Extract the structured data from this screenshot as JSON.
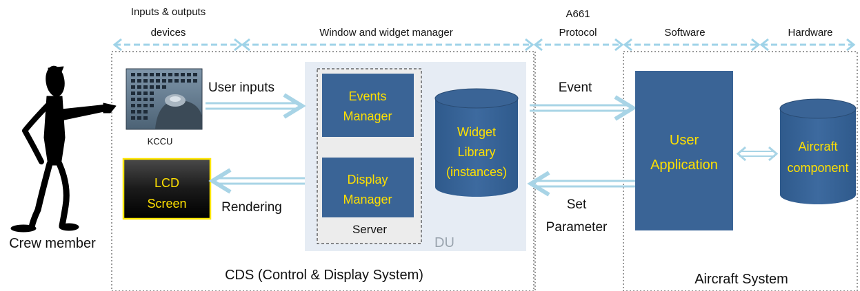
{
  "top_labels": {
    "io_devices_line1": "Inputs & outputs",
    "io_devices_line2": "devices",
    "window_widget_manager": "Window and widget manager",
    "a661_line1": "A661",
    "a661_line2": "Protocol",
    "software": "Software",
    "hardware": "Hardware"
  },
  "crew_member": "Crew member",
  "kccu": "KCCU",
  "user_inputs": "User inputs",
  "lcd_screen": {
    "line1": "LCD",
    "line2": "Screen"
  },
  "rendering": "Rendering",
  "events_manager": {
    "line1": "Events",
    "line2": "Manager"
  },
  "display_manager": {
    "line1": "Display",
    "line2": "Manager"
  },
  "server": "Server",
  "du": "DU",
  "widget_library": {
    "line1": "Widget",
    "line2": "Library",
    "line3": "(instances)"
  },
  "event": "Event",
  "set_parameter": {
    "line1": "Set",
    "line2": "Parameter"
  },
  "user_application": {
    "line1": "User",
    "line2": "Application"
  },
  "aircraft_component": {
    "line1": "Aircraft",
    "line2": "component"
  },
  "cds_label": "CDS (Control & Display System)",
  "aircraft_system_label": "Aircraft System",
  "colors": {
    "dashed_arrow": "#9fd3e8",
    "flow_arrow": "#a8d4e6",
    "box_blue": "#3a6496",
    "du_panel": "#e6ecf4",
    "lcd_border": "#ffe600",
    "yellow_text": "#ffe000"
  }
}
